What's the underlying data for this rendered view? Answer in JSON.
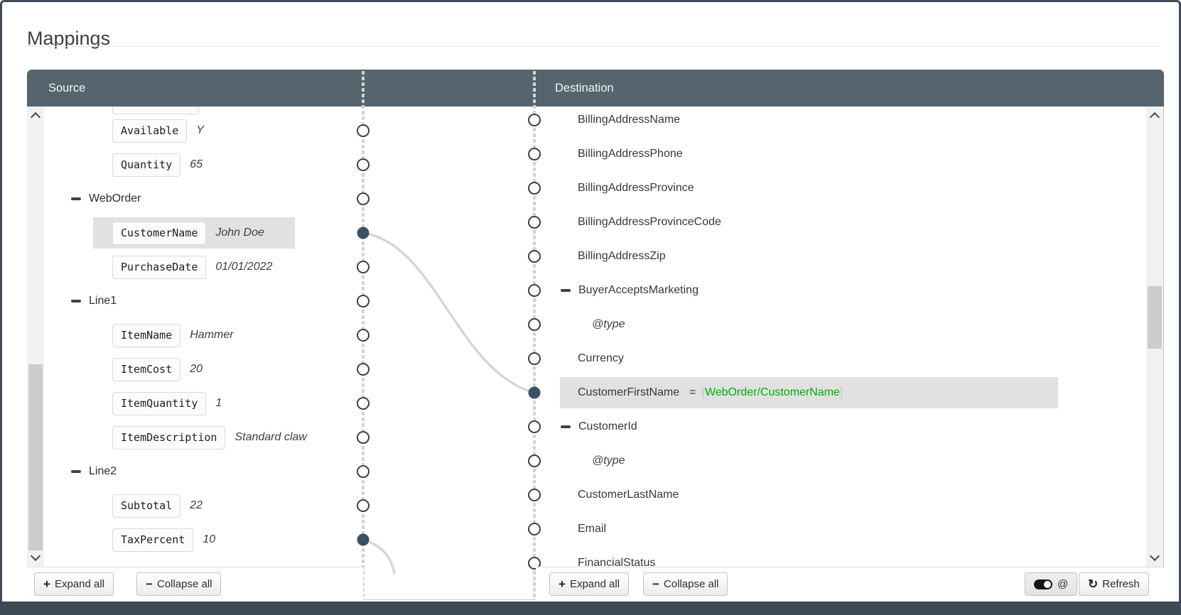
{
  "page": {
    "title": "Mappings"
  },
  "source_panel": {
    "header": "Source",
    "rows": [
      {
        "kind": "partial_field",
        "name": "",
        "value": ""
      },
      {
        "kind": "field",
        "name": "Available",
        "value": "Y"
      },
      {
        "kind": "field",
        "name": "Quantity",
        "value": "65"
      },
      {
        "kind": "node",
        "label": "WebOrder",
        "state": "expanded"
      },
      {
        "kind": "field",
        "name": "CustomerName",
        "value": "John Doe",
        "selected": true,
        "mapped": true
      },
      {
        "kind": "field",
        "name": "PurchaseDate",
        "value": "01/01/2022"
      },
      {
        "kind": "node",
        "label": "Line1",
        "state": "expanded"
      },
      {
        "kind": "field",
        "name": "ItemName",
        "value": "Hammer"
      },
      {
        "kind": "field",
        "name": "ItemCost",
        "value": "20"
      },
      {
        "kind": "field",
        "name": "ItemQuantity",
        "value": "1"
      },
      {
        "kind": "field",
        "name": "ItemDescription",
        "value": "Standard claw"
      },
      {
        "kind": "node",
        "label": "Line2",
        "state": "expanded"
      },
      {
        "kind": "field",
        "name": "Subtotal",
        "value": "22"
      },
      {
        "kind": "field",
        "name": "TaxPercent",
        "value": "10",
        "mapped": true
      }
    ],
    "toolbar": {
      "expand_label": "Expand all",
      "collapse_label": "Collapse all",
      "expand_icon": "+",
      "collapse_icon": "−"
    }
  },
  "destination_panel": {
    "header": "Destination",
    "rows": [
      {
        "kind": "leaf",
        "label": "BillingAddressName"
      },
      {
        "kind": "leaf",
        "label": "BillingAddressPhone"
      },
      {
        "kind": "leaf",
        "label": "BillingAddressProvince"
      },
      {
        "kind": "leaf",
        "label": "BillingAddressProvinceCode"
      },
      {
        "kind": "leaf",
        "label": "BillingAddressZip"
      },
      {
        "kind": "node",
        "label": "BuyerAcceptsMarketing",
        "state": "expanded"
      },
      {
        "kind": "attribute",
        "label": "@type"
      },
      {
        "kind": "leaf",
        "label": "Currency"
      },
      {
        "kind": "leaf",
        "label": "CustomerFirstName",
        "selected": true,
        "mapped": true,
        "mapping": {
          "operator": "=",
          "open_bracket": "[",
          "expression": "WebOrder/CustomerName",
          "close_bracket": "]"
        }
      },
      {
        "kind": "node",
        "label": "CustomerId",
        "state": "expanded"
      },
      {
        "kind": "attribute",
        "label": "@type"
      },
      {
        "kind": "leaf",
        "label": "CustomerLastName"
      },
      {
        "kind": "leaf",
        "label": "Email"
      },
      {
        "kind": "leaf",
        "label": "FinancialStatus",
        "clipped": true
      }
    ],
    "toolbar": {
      "expand_label": "Expand all",
      "collapse_label": "Collapse all",
      "expand_icon": "+",
      "collapse_icon": "−",
      "at_toggle_label": "@",
      "refresh_icon": "↻",
      "refresh_label": "Refresh"
    }
  },
  "connections": [
    {
      "source_row": 4,
      "dest_row": 8
    },
    {
      "source_row": 13,
      "dest_row": null
    }
  ],
  "colors": {
    "header_bg": "#56646D",
    "window_chrome": "#3E4B57",
    "mapped_dot": "#3C5166",
    "port_stroke": "#3F3F3F",
    "connector_dash": "#D3D3D3",
    "connection_curve": "#D6D6D6",
    "selection_highlight": "#E1E1E1",
    "mapping_expression_green": "#00AE00",
    "mapping_bracket": "#B3CEB3"
  }
}
